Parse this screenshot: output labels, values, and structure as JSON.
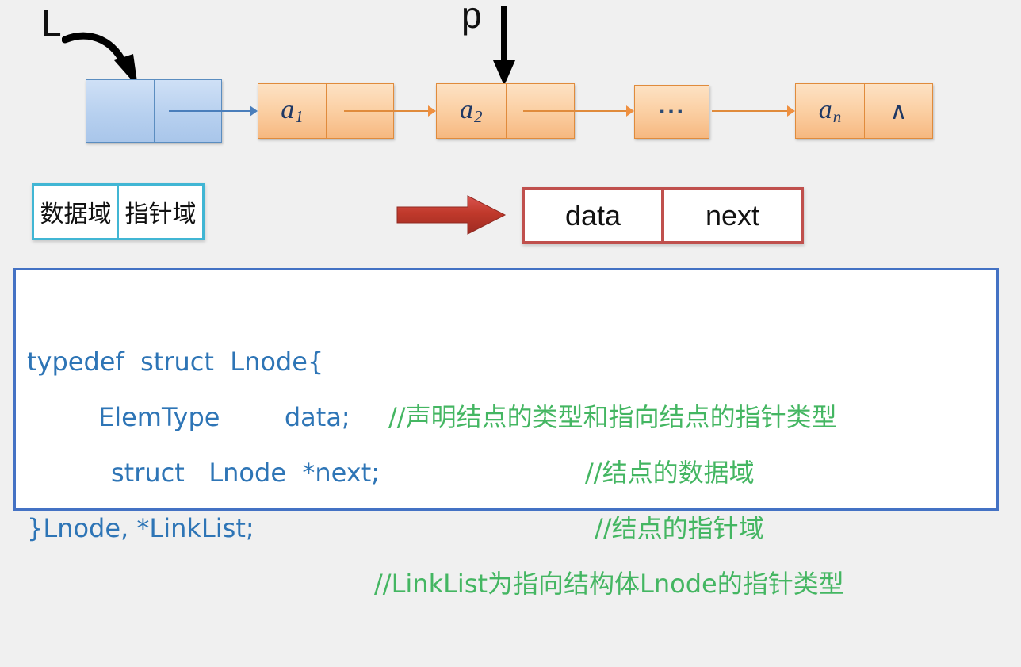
{
  "diagram": {
    "title": "singly-linked-list-node-definition",
    "pointers": [
      {
        "id": "L",
        "label": "L"
      },
      {
        "id": "p",
        "label": "p"
      }
    ],
    "nodes": [
      {
        "id": "head",
        "kind": "head",
        "data": "",
        "next": "",
        "color": "#b7d0ef"
      },
      {
        "id": "n1",
        "kind": "element",
        "data": "a",
        "sub": "1",
        "next": "",
        "color": "#fbcfa3"
      },
      {
        "id": "n2",
        "kind": "element",
        "data": "a",
        "sub": "2",
        "next": "",
        "color": "#fbcfa3"
      },
      {
        "id": "ellipsis",
        "kind": "ellipsis",
        "data": "...",
        "color": "#fbcfa3"
      },
      {
        "id": "nn",
        "kind": "element",
        "data": "a",
        "sub": "n",
        "next": "∧",
        "color": "#fbcfa3"
      }
    ],
    "field_box_cn": {
      "data_label": "数据域",
      "next_label": "指针域",
      "border_color": "#41b6d4"
    },
    "field_box_en": {
      "data_label": "data",
      "next_label": "next",
      "border_color": "#c0504d"
    },
    "transform_arrow": {
      "name": "red-block-arrow",
      "color": "#c0392b",
      "direction": "right"
    }
  },
  "code": {
    "border_color": "#4472c4",
    "keyword_color": "#2e75b6",
    "comment_color": "#44b662",
    "lines": [
      {
        "code": "typedef  struct  Lnode{",
        "comment": "//声明结点的类型和指向结点的指针类型"
      },
      {
        "code": "ElemType        data;",
        "comment": "//结点的数据域"
      },
      {
        "code": "struct   Lnode  *next;",
        "comment": "//结点的指针域"
      },
      {
        "code": "}Lnode, *LinkList;",
        "comment": "//LinkList为指向结构体Lnode的指针类型"
      }
    ]
  }
}
